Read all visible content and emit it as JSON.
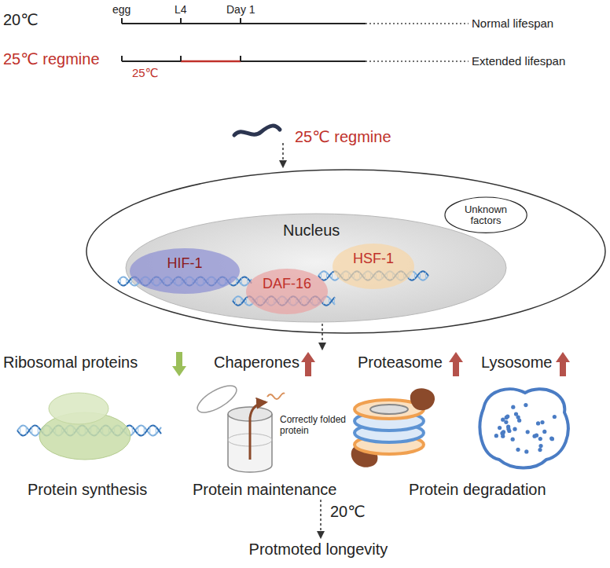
{
  "diagram": {
    "nodes": [
      {
        "text": [
          "Nucleus"
        ]
      },
      {
        "text": [
          "HIF-1"
        ],
        "in": 0
      },
      {
        "text": [
          "DAF-16"
        ],
        "in": 0
      },
      {
        "text": [
          "HSF-1"
        ],
        "in": 0
      },
      {
        "text": [
          "Unknown factors"
        ]
      }
    ],
    "labels": [
      "20℃",
      "egg",
      "L4",
      "Day 1",
      "Normal lifespan",
      "25℃ regmine",
      "25℃",
      "Extended lifespan",
      "25℃ regmine",
      "Ribosomal proteins",
      "Chaperones",
      "Proteasome",
      "Lysosome",
      "Correctly folded protein",
      "Protein synthesis",
      "Protein maintenance",
      "Protein degradation",
      "20℃",
      "Protmoted longevity"
    ]
  }
}
